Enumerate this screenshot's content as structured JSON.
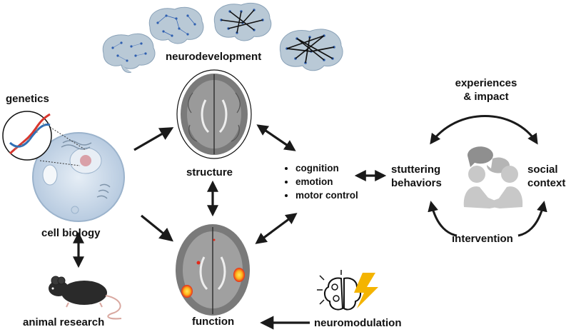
{
  "labels": {
    "neurodevelopment": "neurodevelopment",
    "genetics": "genetics",
    "cell_biology": "cell biology",
    "animal_research": "animal research",
    "structure": "structure",
    "function": "function",
    "neuromodulation": "neuromodulation",
    "experiences_line1": "experiences",
    "experiences_line2": "& impact",
    "stuttering_line1": "stuttering",
    "stuttering_line2": "behaviors",
    "social_line1": "social",
    "social_line2": "context",
    "intervention": "intervention"
  },
  "bullets": [
    "cognition",
    "emotion",
    "motor control"
  ],
  "colors": {
    "arrow": "#1a1a1a",
    "brain_gray": "#7a7a7a",
    "brain_light": "#b9c9d6",
    "network_blue": "#2f5fb0",
    "cell_blue": "#cfdceb",
    "dna_red": "#d8362e",
    "dna_blue": "#2f6fb5",
    "activation_red": "#e52a1a",
    "activation_yellow": "#ffd21f",
    "bolt": "#f4b400",
    "people_gray": "#c8c8c8"
  },
  "icons": [
    "brain-network-icon",
    "brain-mri-icon",
    "cell-icon",
    "dna-icon",
    "mouse-icon",
    "brain-neuromodulation-icon",
    "lightning-icon",
    "people-conversation-icon"
  ]
}
